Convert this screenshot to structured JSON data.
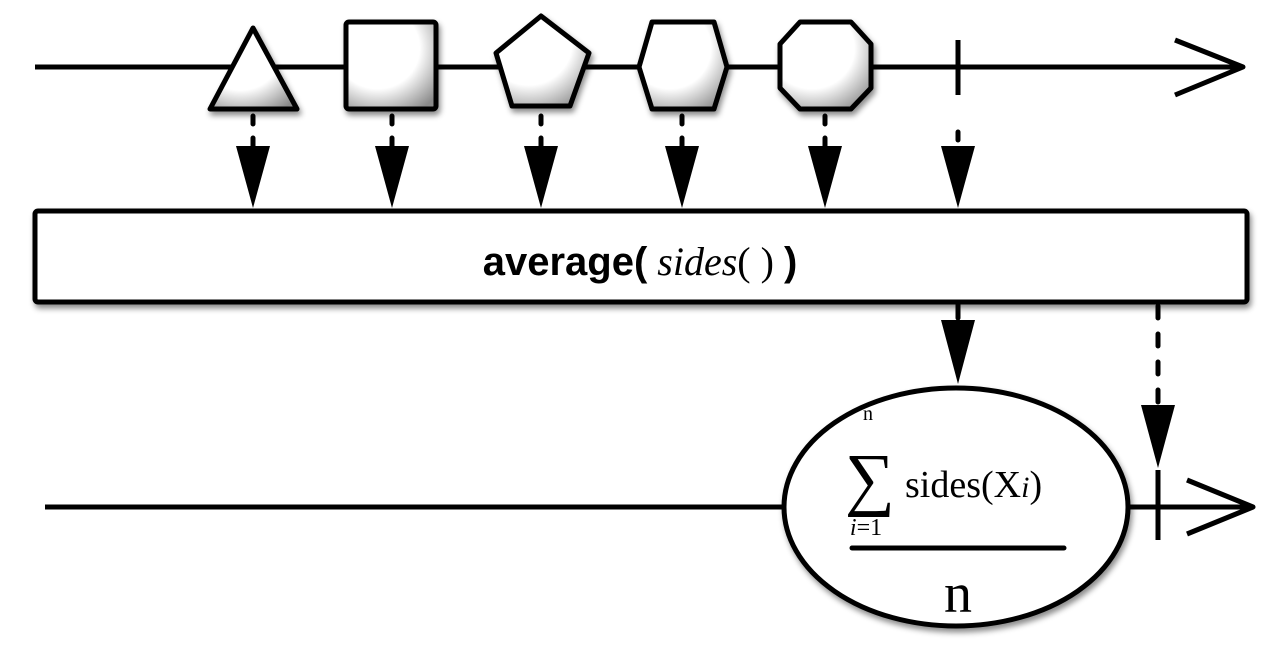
{
  "colors": {
    "stroke": "#000000",
    "fill": "#ffffff",
    "shade": "#8a8a8a"
  },
  "source": {
    "marbles": [
      {
        "shape": "triangle",
        "sides": 3
      },
      {
        "shape": "square",
        "sides": 4
      },
      {
        "shape": "pentagon",
        "sides": 5
      },
      {
        "shape": "hexagon",
        "sides": 6
      },
      {
        "shape": "octagon",
        "sides": 8
      }
    ],
    "completes": true
  },
  "operator": {
    "name": "average(",
    "arg": "sides",
    "arg_parens": "( )",
    "close": ")"
  },
  "result": {
    "formula": {
      "upper_limit": "n",
      "sum_symbol": "∑",
      "lower_limit_var": "i",
      "lower_limit_rest": "=1",
      "term": "sides(X",
      "term_index": "i",
      "term_close": ")",
      "denominator": "n"
    },
    "completes": true
  }
}
